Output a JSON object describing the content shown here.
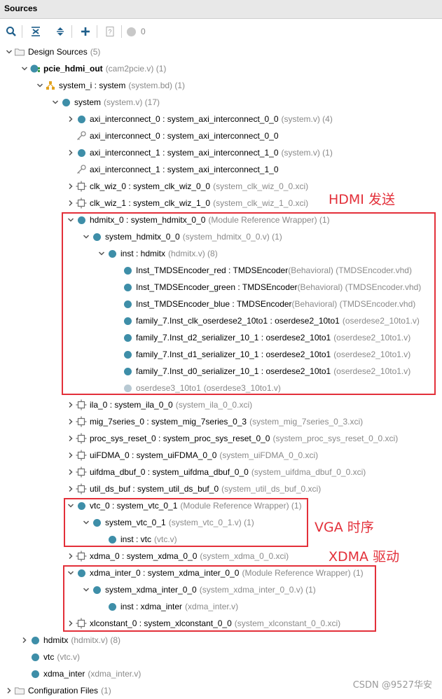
{
  "title": "Sources",
  "toolbar": {
    "badge_count": "0"
  },
  "tree": [
    {
      "d": 0,
      "chev": "down",
      "icon": "folder-icon",
      "label": "Design Sources",
      "extra": "(5)",
      "bold": false
    },
    {
      "d": 1,
      "chev": "down",
      "icon": "module-dot-icon",
      "dotted": true,
      "label": "pcie_hdmi_out",
      "extra": "(cam2pcie.v) (1)",
      "bold": true
    },
    {
      "d": 2,
      "chev": "down",
      "icon": "block-design-icon",
      "label": "system_i : system",
      "extra": "(system.bd) (1)"
    },
    {
      "d": 3,
      "chev": "down",
      "icon": "module-dot-icon",
      "label": "system",
      "extra": "(system.v) (17)"
    },
    {
      "d": 4,
      "chev": "right",
      "icon": "module-dot-icon",
      "label": "axi_interconnect_0 : system_axi_interconnect_0_0",
      "extra": "(system.v) (4)"
    },
    {
      "d": 4,
      "chev": "none",
      "icon": "key-icon",
      "label": "axi_interconnect_0 : system_axi_interconnect_0_0",
      "extra": ""
    },
    {
      "d": 4,
      "chev": "right",
      "icon": "module-dot-icon",
      "label": "axi_interconnect_1 : system_axi_interconnect_1_0",
      "extra": "(system.v) (1)"
    },
    {
      "d": 4,
      "chev": "none",
      "icon": "key-icon",
      "label": "axi_interconnect_1 : system_axi_interconnect_1_0",
      "extra": ""
    },
    {
      "d": 4,
      "chev": "right",
      "icon": "ip-core-icon",
      "label": "clk_wiz_0 : system_clk_wiz_0_0",
      "extra": "(system_clk_wiz_0_0.xci)"
    },
    {
      "d": 4,
      "chev": "right",
      "icon": "ip-core-icon",
      "label": "clk_wiz_1 : system_clk_wiz_1_0",
      "extra": "(system_clk_wiz_1_0.xci)"
    },
    {
      "d": 4,
      "chev": "down",
      "icon": "module-dot-icon",
      "label": "hdmitx_0 : system_hdmitx_0_0",
      "extra": "(Module Reference Wrapper) (1)"
    },
    {
      "d": 5,
      "chev": "down",
      "icon": "module-dot-icon",
      "label": "system_hdmitx_0_0",
      "extra": "(system_hdmitx_0_0.v) (1)"
    },
    {
      "d": 6,
      "chev": "down",
      "icon": "module-dot-icon",
      "label": "inst : hdmitx",
      "extra": "(hdmitx.v) (8)"
    },
    {
      "d": 7,
      "chev": "none",
      "icon": "module-dot-icon",
      "label": "Inst_TMDSEncoder_red : TMDSEncoder",
      "extra": "(Behavioral) (TMDSEncoder.vhd)",
      "tight": true
    },
    {
      "d": 7,
      "chev": "none",
      "icon": "module-dot-icon",
      "label": "Inst_TMDSEncoder_green : TMDSEncoder",
      "extra": "(Behavioral) (TMDSEncoder.vhd)",
      "tight": true
    },
    {
      "d": 7,
      "chev": "none",
      "icon": "module-dot-icon",
      "label": "Inst_TMDSEncoder_blue : TMDSEncoder",
      "extra": "(Behavioral) (TMDSEncoder.vhd)",
      "tight": true
    },
    {
      "d": 7,
      "chev": "none",
      "icon": "module-dot-icon",
      "label": "family_7.Inst_clk_oserdese2_10to1 : oserdese2_10to1",
      "extra": "(oserdese2_10to1.v)"
    },
    {
      "d": 7,
      "chev": "none",
      "icon": "module-dot-icon",
      "label": "family_7.Inst_d2_serializer_10_1 : oserdese2_10to1",
      "extra": "(oserdese2_10to1.v)"
    },
    {
      "d": 7,
      "chev": "none",
      "icon": "module-dot-icon",
      "label": "family_7.Inst_d1_serializer_10_1 : oserdese2_10to1",
      "extra": "(oserdese2_10to1.v)"
    },
    {
      "d": 7,
      "chev": "none",
      "icon": "module-dot-icon",
      "label": "family_7.Inst_d0_serializer_10_1 : oserdese2_10to1",
      "extra": "(oserdese2_10to1.v)"
    },
    {
      "d": 7,
      "chev": "none",
      "icon": "module-dot-icon",
      "grey": true,
      "label": "oserdese3_10to1",
      "extra": "(oserdese3_10to1.v)"
    },
    {
      "d": 4,
      "chev": "right",
      "icon": "ip-core-icon",
      "label": "ila_0 : system_ila_0_0",
      "extra": "(system_ila_0_0.xci)"
    },
    {
      "d": 4,
      "chev": "right",
      "icon": "ip-core-icon",
      "label": "mig_7series_0 : system_mig_7series_0_3",
      "extra": "(system_mig_7series_0_3.xci)"
    },
    {
      "d": 4,
      "chev": "right",
      "icon": "ip-core-icon",
      "label": "proc_sys_reset_0 : system_proc_sys_reset_0_0",
      "extra": "(system_proc_sys_reset_0_0.xci)"
    },
    {
      "d": 4,
      "chev": "right",
      "icon": "ip-core-icon",
      "label": "uiFDMA_0 : system_uiFDMA_0_0",
      "extra": "(system_uiFDMA_0_0.xci)"
    },
    {
      "d": 4,
      "chev": "right",
      "icon": "ip-core-icon",
      "label": "uifdma_dbuf_0 : system_uifdma_dbuf_0_0",
      "extra": "(system_uifdma_dbuf_0_0.xci)"
    },
    {
      "d": 4,
      "chev": "right",
      "icon": "ip-core-icon",
      "label": "util_ds_buf : system_util_ds_buf_0",
      "extra": "(system_util_ds_buf_0.xci)"
    },
    {
      "d": 4,
      "chev": "down",
      "icon": "module-dot-icon",
      "label": "vtc_0 : system_vtc_0_1",
      "extra": "(Module Reference Wrapper) (1)"
    },
    {
      "d": 5,
      "chev": "down",
      "icon": "module-dot-icon",
      "label": "system_vtc_0_1",
      "extra": "(system_vtc_0_1.v) (1)"
    },
    {
      "d": 6,
      "chev": "none",
      "icon": "module-dot-icon",
      "label": "inst : vtc",
      "extra": "(vtc.v)"
    },
    {
      "d": 4,
      "chev": "right",
      "icon": "ip-core-icon",
      "label": "xdma_0 : system_xdma_0_0",
      "extra": "(system_xdma_0_0.xci)"
    },
    {
      "d": 4,
      "chev": "down",
      "icon": "module-dot-icon",
      "label": "xdma_inter_0 : system_xdma_inter_0_0",
      "extra": "(Module Reference Wrapper) (1)"
    },
    {
      "d": 5,
      "chev": "down",
      "icon": "module-dot-icon",
      "label": "system_xdma_inter_0_0",
      "extra": "(system_xdma_inter_0_0.v) (1)"
    },
    {
      "d": 6,
      "chev": "none",
      "icon": "module-dot-icon",
      "label": "inst : xdma_inter",
      "extra": "(xdma_inter.v)"
    },
    {
      "d": 4,
      "chev": "right",
      "icon": "ip-core-icon",
      "label": "xlconstant_0 : system_xlconstant_0_0",
      "extra": "(system_xlconstant_0_0.xci)"
    },
    {
      "d": 1,
      "chev": "right",
      "icon": "module-dot-icon",
      "label": "hdmitx",
      "extra": "(hdmitx.v) (8)"
    },
    {
      "d": 1,
      "chev": "none",
      "icon": "module-dot-icon",
      "label": "vtc",
      "extra": "(vtc.v)"
    },
    {
      "d": 1,
      "chev": "none",
      "icon": "module-dot-icon",
      "label": "xdma_inter",
      "extra": "(xdma_inter.v)"
    },
    {
      "d": 0,
      "chev": "right",
      "icon": "folder-icon",
      "label": "Configuration Files",
      "extra": "(1)"
    }
  ],
  "annotations": {
    "hdmi": "HDMI 发送",
    "vga": "VGA 时序",
    "xdma": "XDMA 驱动"
  },
  "watermark": "CSDN @9527华安",
  "colors": {
    "accent_dot": "#3e8ea8",
    "annotation_red": "#e3303a"
  }
}
